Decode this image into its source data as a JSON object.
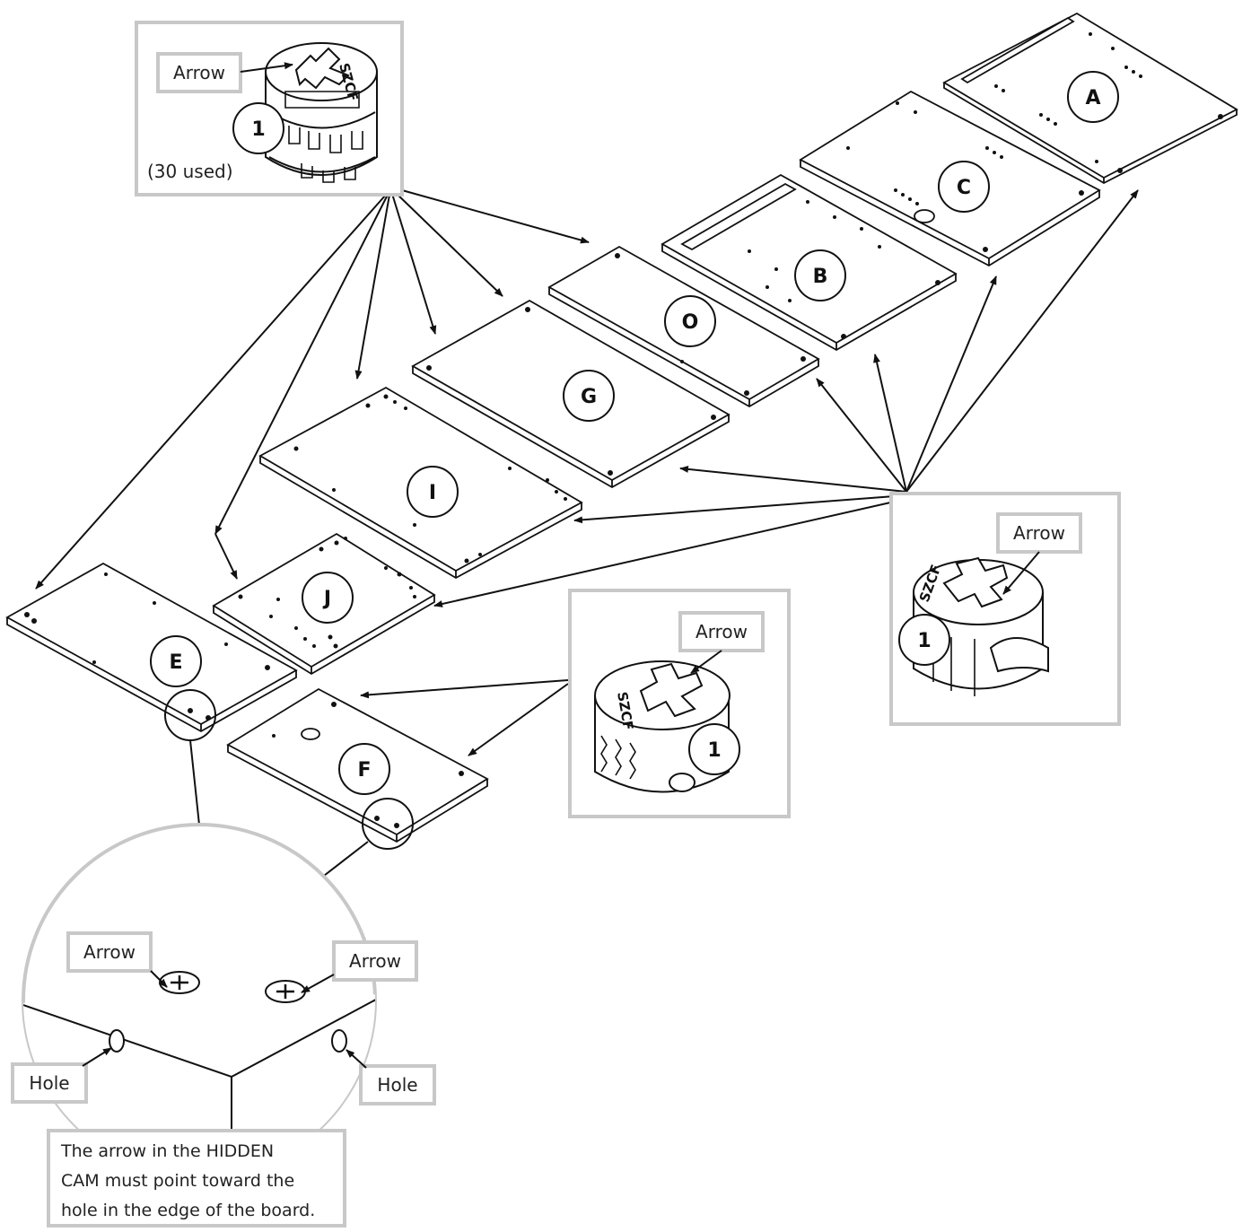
{
  "callouts": {
    "top_left": {
      "arrow_label": "Arrow",
      "part_number": "1",
      "quantity": "(30 used)",
      "cam_marking": "SZCF"
    },
    "right": {
      "arrow_label": "Arrow",
      "part_number": "1",
      "cam_marking": "SZCF"
    },
    "middle": {
      "arrow_label": "Arrow",
      "part_number": "1",
      "cam_marking": "SZCF"
    }
  },
  "boards": {
    "A": "A",
    "C": "C",
    "B": "B",
    "O": "O",
    "G": "G",
    "I": "I",
    "J": "J",
    "E": "E",
    "F": "F"
  },
  "detail": {
    "arrow_left": "Arrow",
    "arrow_right": "Arrow",
    "hole_left": "Hole",
    "hole_right": "Hole",
    "note_lines": [
      "The arrow in the HIDDEN",
      "CAM must point toward the",
      "hole in the edge of the board."
    ]
  }
}
